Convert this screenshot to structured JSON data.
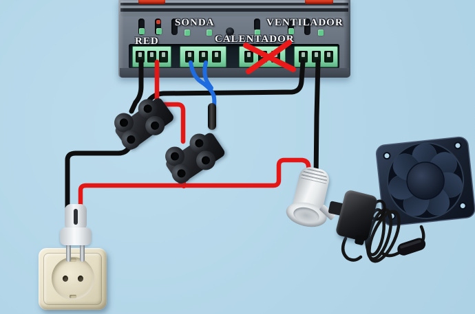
{
  "diagram": {
    "title_hidden": "",
    "controller": {
      "labels": {
        "power": "RED",
        "probe": "SONDA",
        "heater": "CALENTADOR",
        "fan": "VENTILADOR"
      },
      "heater_output": {
        "crossed_out": true,
        "cross_color": "#ea1a1a"
      }
    },
    "wire_colors": {
      "live_black": "#0e0e0e",
      "live_red": "#e41717",
      "probe_blue": "#1f6ce0"
    },
    "component_names": [
      "thermostat-controller",
      "temperature-probe",
      "terminal-block-1",
      "terminal-block-2",
      "mains-plug",
      "wall-socket",
      "inline-socket",
      "ac-power-adapter",
      "case-fan"
    ],
    "palette": {
      "background": "#b3d6e8",
      "controller_body": "#6a7480",
      "terminal_green": "#7cd2a2",
      "socket_cream": "#e4ddc4"
    }
  }
}
